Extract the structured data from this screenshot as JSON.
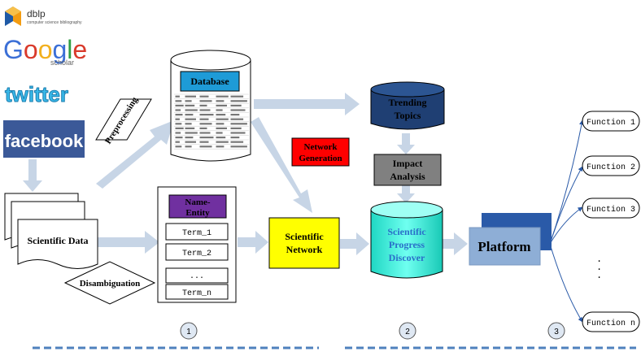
{
  "sources": {
    "dblp": {
      "name": "dblp",
      "tagline": "computer science bibliography"
    },
    "google": {
      "letters": [
        "G",
        "o",
        "o",
        "g",
        "l",
        "e"
      ],
      "sub": "scholar"
    },
    "twitter": "twitter",
    "facebook": "facebook"
  },
  "labels": {
    "preprocessing": "Preprocessing",
    "database": "Database",
    "scientific_data": "Scientific Data",
    "disambiguation": "Disambiguation",
    "name_entity_line1": "Name-",
    "name_entity_line2": "Entity",
    "term_1": "Term_1",
    "term_2": "Term_2",
    "dots": "...",
    "term_n": "Term_n",
    "network_generation_line1": "Network",
    "network_generation_line2": "Generation",
    "scientific_network_line1": "Scientific",
    "scientific_network_line2": "Network",
    "trending_line1": "Trending",
    "trending_line2": "Topics",
    "impact_line1": "Impact",
    "impact_line2": "Analysis",
    "spd_line1": "Scientific",
    "spd_line2": "Progress",
    "spd_line3": "Discover",
    "platform": "Platform",
    "functions": [
      "Function 1",
      "Function 2",
      "Function 3",
      "Function n"
    ],
    "vdots": ".\n.\n.",
    "steps": [
      "1",
      "2",
      "3"
    ]
  },
  "colors": {
    "arrow": "#c7d5e6",
    "db_header": "#1e9bd7",
    "name_entity": "#7030a0",
    "network_gen": "#ff0000",
    "sci_network": "#ffff00",
    "trending": "#1f3f73",
    "impact": "#808080",
    "spd": "#2ef0d8",
    "platform": "#8eaed6",
    "platform_back": "#2a5aa8",
    "dash": "#4f81bd"
  }
}
